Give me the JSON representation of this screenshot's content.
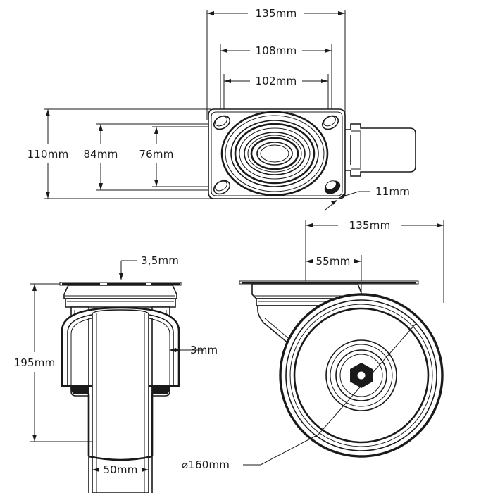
{
  "drawing": {
    "title": "swivel-caster-technical-drawing",
    "units": "mm",
    "line_color": "#1a1a1a",
    "background_color": "#ffffff",
    "views": [
      {
        "name": "top-view",
        "label": ""
      },
      {
        "name": "front-view",
        "label": ""
      },
      {
        "name": "side-view",
        "label": ""
      }
    ]
  },
  "dimensions": {
    "top_view": {
      "plate_length": "135mm",
      "hole_spacing_outer": "108mm",
      "hole_spacing_inner": "102mm",
      "plate_width": "110mm",
      "hole_width_outer": "84mm",
      "hole_width_inner": "76mm",
      "hole_size": "11mm"
    },
    "front_view": {
      "plate_thickness": "3,5mm",
      "overall_height": "195mm",
      "tread_clearance": "3mm",
      "wheel_width": "50mm"
    },
    "side_view": {
      "plate_length": "135mm",
      "offset": "55mm",
      "wheel_diameter": "⌀160mm"
    }
  }
}
